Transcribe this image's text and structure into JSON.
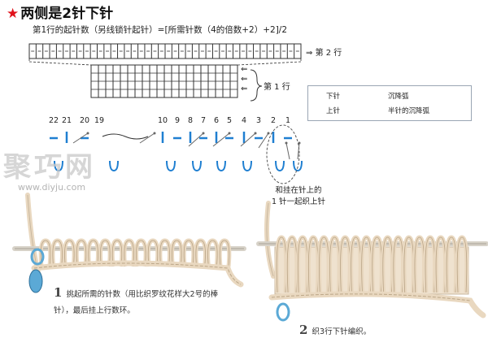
{
  "title": "两侧是2针下针",
  "title_star": "★",
  "formula": "第1行的起针数（另线锁针起针）=[所需针数（4的倍数+2）+2]/2",
  "row_labels": {
    "row2": "第 2 行",
    "row1": "第 1 行",
    "arrow": "⇒",
    "arrow_left": "⇐"
  },
  "legend": {
    "knit_label": "下针",
    "purl_label": "上针",
    "sinker_label": "沉降弧",
    "half_sinker_label": "半针的沉降弧"
  },
  "stitch_numbers": [
    "22",
    "21",
    "20",
    "19",
    "10",
    "9",
    "8",
    "7",
    "6",
    "5",
    "4",
    "3",
    "2",
    "1"
  ],
  "note": "和挂在针上的\n1 针一起织上针",
  "watermark": {
    "main": "聚巧网",
    "url": "www.diyju.com"
  },
  "steps": [
    {
      "number": "1",
      "text": "挑起所需的针数（用比织罗纹花样大2号的棒针），最后挂上行数环。"
    },
    {
      "number": "2",
      "text": "织3行下针编织。"
    }
  ],
  "colors": {
    "accent_red": "#e0121b",
    "blue": "#1f7fd1",
    "yarn": "#e9d8c0",
    "needle": "#d7d2c8",
    "marker": "#5ba9d6"
  }
}
